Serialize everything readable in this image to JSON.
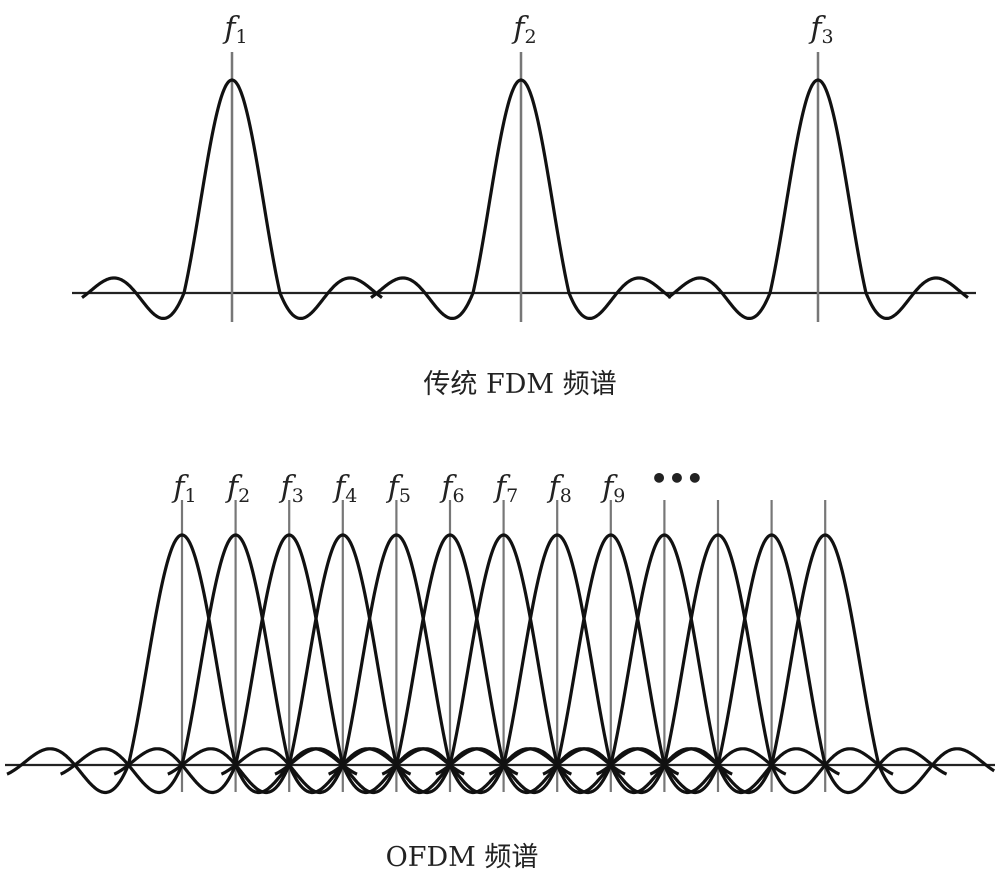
{
  "top": {
    "caption": "传统 FDM 频谱",
    "carriers": [
      {
        "label": "f",
        "sub": "1"
      },
      {
        "label": "f",
        "sub": "2"
      },
      {
        "label": "f",
        "sub": "3"
      }
    ]
  },
  "bottom": {
    "caption": "OFDM 频谱",
    "carrier_count": 13,
    "carriers": [
      {
        "label": "f",
        "sub": "1"
      },
      {
        "label": "f",
        "sub": "2"
      },
      {
        "label": "f",
        "sub": "3"
      },
      {
        "label": "f",
        "sub": "4"
      },
      {
        "label": "f",
        "sub": "5"
      },
      {
        "label": "f",
        "sub": "6"
      },
      {
        "label": "f",
        "sub": "7"
      },
      {
        "label": "f",
        "sub": "8"
      },
      {
        "label": "f",
        "sub": "9"
      }
    ],
    "ellipsis": "•••"
  },
  "colors": {
    "curve": "#111111",
    "axis": "#222222",
    "marker": "#777777"
  }
}
